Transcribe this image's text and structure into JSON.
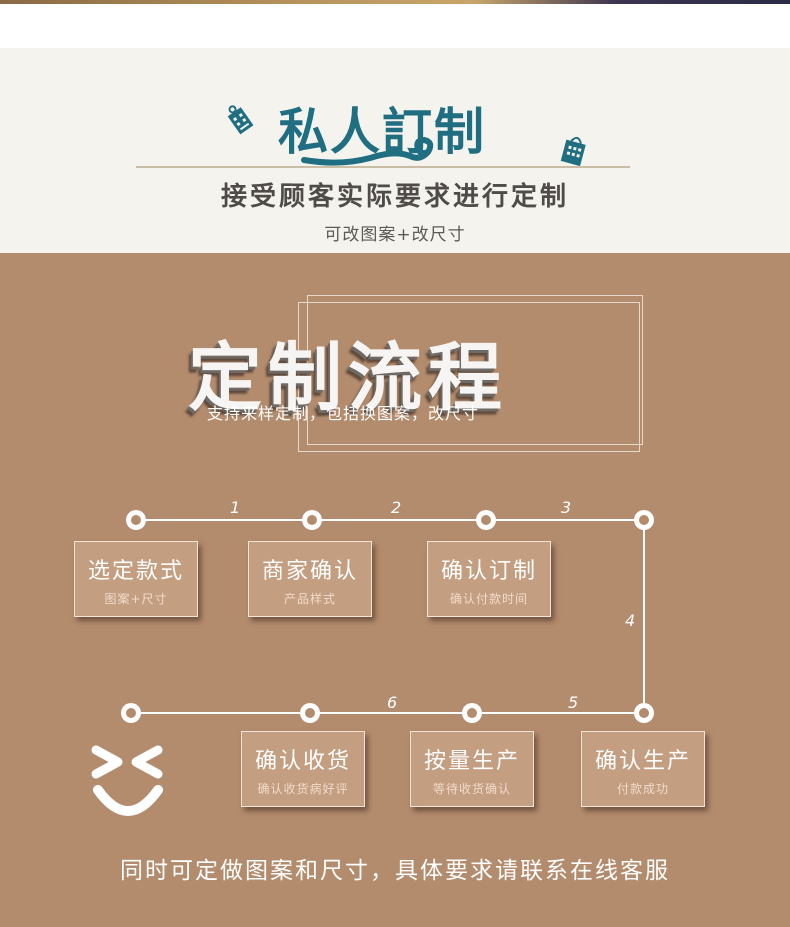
{
  "header": {
    "title": "私人訂制",
    "subtitle": "接受顾客实际要求进行定制",
    "note": "可改图案+改尺寸"
  },
  "process": {
    "title": "定制流程",
    "subtitle": "支持来样定制，包括换图案，改尺寸",
    "step_numbers": [
      "1",
      "2",
      "3",
      "4",
      "5",
      "6"
    ],
    "steps": [
      {
        "label": "选定款式",
        "sub": "图案+尺寸"
      },
      {
        "label": "商家确认",
        "sub": "产品样式"
      },
      {
        "label": "确认订制",
        "sub": "确认付款时间"
      },
      {
        "label": "确认生产",
        "sub": "付款成功"
      },
      {
        "label": "按量生产",
        "sub": "等待收货确认"
      },
      {
        "label": "确认收货",
        "sub": "确认收货病好评"
      }
    ]
  },
  "footer": {
    "text": "同时可定做图案和尺寸，具体要求请联系在线客服"
  },
  "colors": {
    "title_teal": "#1f6e82",
    "brown_bg": "#b38b6d",
    "box_bg": "#c49e81",
    "cream_bg": "#f4f3ed"
  },
  "icons": [
    "shopping-tag-icon",
    "swirl-ornament",
    "smiley-face-icon"
  ]
}
